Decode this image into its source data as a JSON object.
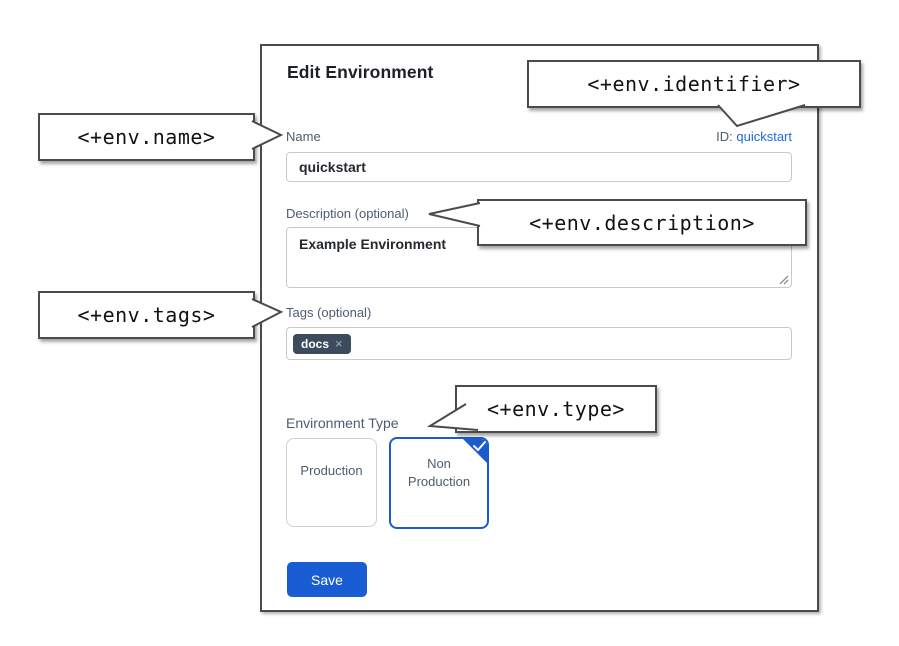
{
  "dialog": {
    "title": "Edit Environment",
    "name_field": {
      "label": "Name",
      "value": "quickstart"
    },
    "id_field": {
      "label": "ID:",
      "value": "quickstart"
    },
    "description_field": {
      "label": "Description (optional)",
      "value": "Example Environment"
    },
    "tags_field": {
      "label": "Tags (optional)",
      "tags": [
        {
          "label": "docs"
        }
      ]
    },
    "environment_type": {
      "label": "Environment Type",
      "options": [
        {
          "label": "Production",
          "selected": false
        },
        {
          "label": "Non Production",
          "selected": true
        }
      ]
    },
    "save_button": "Save"
  },
  "callouts": [
    {
      "id": "name",
      "text": "<+env.name>"
    },
    {
      "id": "identifier",
      "text": "<+env.identifier>"
    },
    {
      "id": "description",
      "text": "<+env.description>"
    },
    {
      "id": "tags",
      "text": "<+env.tags>"
    },
    {
      "id": "type",
      "text": "<+env.type>"
    }
  ],
  "icons": {
    "tag_remove": "×",
    "selected_check": "✓",
    "resize_handle": "⟋"
  },
  "colors": {
    "accent_blue": "#1a5cd4",
    "selected_card_border": "#1a5cd0",
    "link_blue": "#2069e0",
    "label_slate": "#4d5c70",
    "tag_chip_bg": "#3d4b5e",
    "callout_border": "#4b4b4b"
  }
}
